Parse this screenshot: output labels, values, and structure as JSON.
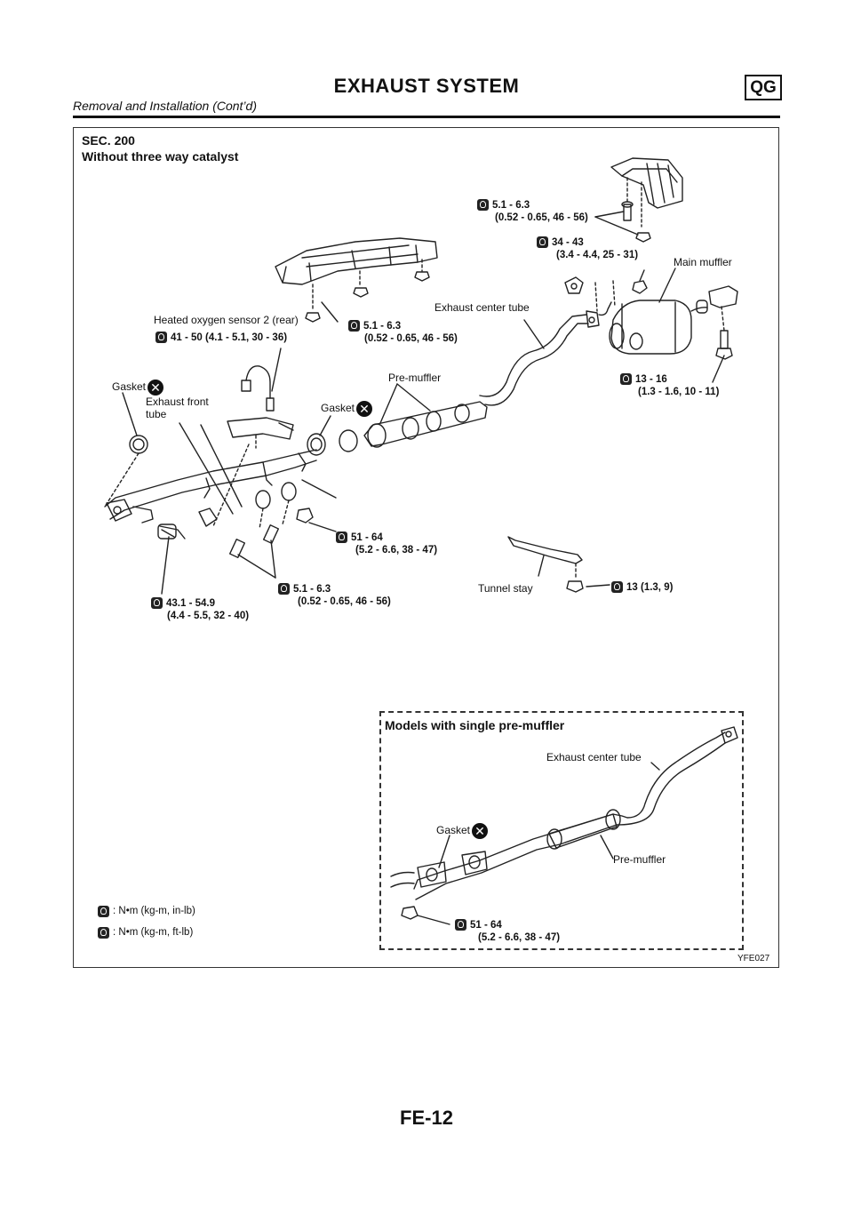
{
  "header": {
    "title": "EXHAUST SYSTEM",
    "badge": "QG",
    "subtitle": "Removal and Installation (Cont’d)"
  },
  "diagram": {
    "sec": "SEC. 200",
    "variant": "Without three way catalyst",
    "labels": {
      "heated_oxygen_sensor": "Heated oxygen sensor 2 (rear)",
      "gasket_front": "Gasket",
      "exhaust_front_tube": "Exhaust front\ntube",
      "gasket_mid": "Gasket",
      "pre_muffler": "Pre-muffler",
      "exhaust_center_tube": "Exhaust center tube",
      "main_muffler": "Main muffler",
      "tunnel_stay": "Tunnel stay"
    },
    "torques": {
      "t1": {
        "line1": "5.1 - 6.3",
        "line2": "(0.52 - 0.65, 46 - 56)"
      },
      "t2": {
        "line1": "34 - 43",
        "line2": "(3.4 - 4.4, 25 - 31)"
      },
      "t3": {
        "line1": "5.1 - 6.3",
        "line2": "(0.52 - 0.65, 46 - 56)"
      },
      "t4": {
        "line1": "41 - 50 (4.1 - 5.1, 30 - 36)"
      },
      "t5": {
        "line1": "13 - 16",
        "line2": "(1.3 - 1.6, 10 - 11)"
      },
      "t6": {
        "line1": "51 - 64",
        "line2": "(5.2 - 6.6, 38 - 47)"
      },
      "t7": {
        "line1": "5.1 - 6.3",
        "line2": "(0.52 - 0.65, 46 - 56)"
      },
      "t8": {
        "line1": "43.1 - 54.9",
        "line2": "(4.4 - 5.5, 32 - 40)"
      },
      "t9": {
        "line1": "13 (1.3, 9)"
      }
    },
    "inset": {
      "title": "Models with single pre-muffler",
      "exhaust_center_tube": "Exhaust center tube",
      "gasket": "Gasket",
      "pre_muffler": "Pre-muffler",
      "torque_line1": "51 - 64",
      "torque_line2": "(5.2 - 6.6, 38 - 47)"
    },
    "legend": {
      "row1": ": N•m (kg-m, in-lb)",
      "row2": ": N•m (kg-m, ft-lb)"
    },
    "figure_code": "YFE027"
  },
  "footer": {
    "page": "FE-12"
  }
}
